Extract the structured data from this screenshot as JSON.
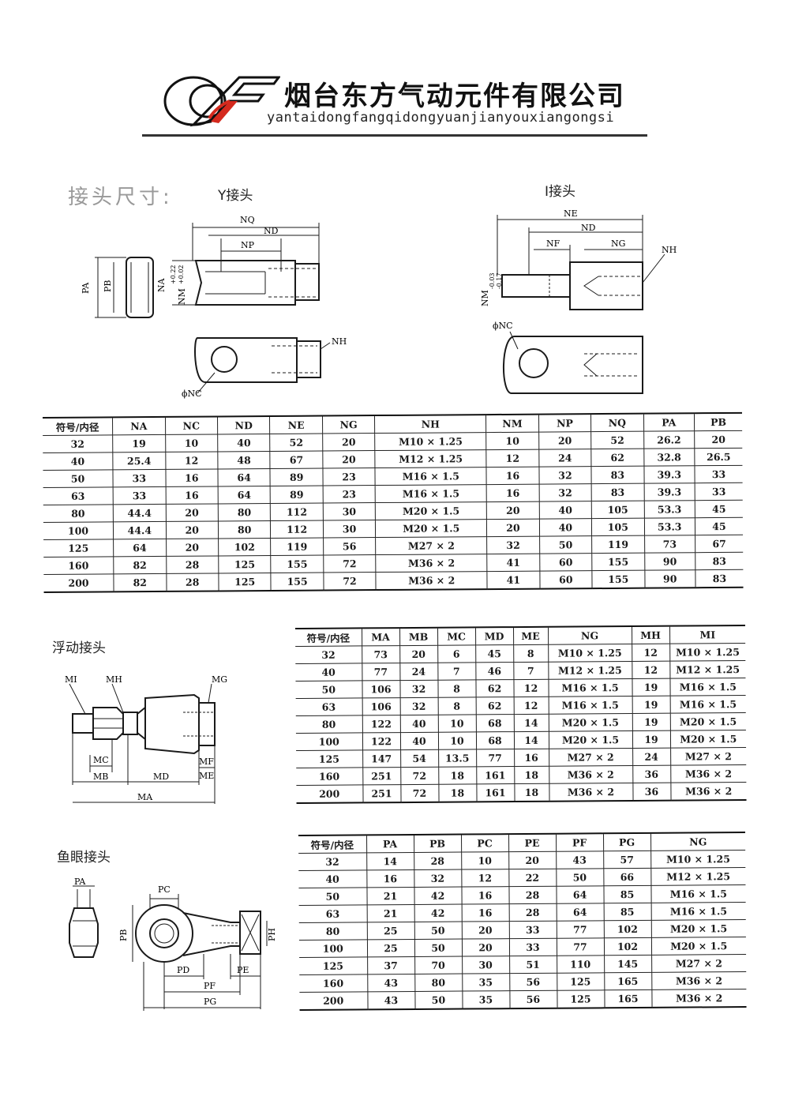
{
  "header": {
    "company_cn": "烟台东方气动元件有限公司",
    "company_en": "yantaidongfangqidongyuanjianyouxiangongsi"
  },
  "section_title": "接头尺寸:",
  "y_joint": {
    "label": "Y接头",
    "dims": {
      "nq": "NQ",
      "nd": "ND",
      "np": "NP",
      "pa": "PA",
      "pb": "PB",
      "na": "NA",
      "nm": "NM",
      "tol_upper": "+0.22",
      "tol_lower": "+0.02",
      "nh": "NH",
      "nc": "ϕNC"
    }
  },
  "i_joint": {
    "label": "I接头",
    "dims": {
      "ne": "NE",
      "nd": "ND",
      "nf": "NF",
      "ng": "NG",
      "nh": "NH",
      "nm": "NM",
      "tol_upper": "-0.03",
      "tol_lower": "-0.17",
      "nc": "ϕNC"
    }
  },
  "table_y_i": {
    "headers": [
      "符号/内径",
      "NA",
      "NC",
      "ND",
      "NE",
      "NG",
      "NH",
      "NM",
      "NP",
      "NQ",
      "PA",
      "PB"
    ],
    "rows": [
      [
        "32",
        "19",
        "10",
        "40",
        "52",
        "20",
        "M10 × 1.25",
        "10",
        "20",
        "52",
        "26.2",
        "20"
      ],
      [
        "40",
        "25.4",
        "12",
        "48",
        "67",
        "20",
        "M12 × 1.25",
        "12",
        "24",
        "62",
        "32.8",
        "26.5"
      ],
      [
        "50",
        "33",
        "16",
        "64",
        "89",
        "23",
        "M16 × 1.5",
        "16",
        "32",
        "83",
        "39.3",
        "33"
      ],
      [
        "63",
        "33",
        "16",
        "64",
        "89",
        "23",
        "M16 × 1.5",
        "16",
        "32",
        "83",
        "39.3",
        "33"
      ],
      [
        "80",
        "44.4",
        "20",
        "80",
        "112",
        "30",
        "M20 × 1.5",
        "20",
        "40",
        "105",
        "53.3",
        "45"
      ],
      [
        "100",
        "44.4",
        "20",
        "80",
        "112",
        "30",
        "M20 × 1.5",
        "20",
        "40",
        "105",
        "53.3",
        "45"
      ],
      [
        "125",
        "64",
        "20",
        "102",
        "119",
        "56",
        "M27 × 2",
        "32",
        "50",
        "119",
        "73",
        "67"
      ],
      [
        "160",
        "82",
        "28",
        "125",
        "155",
        "72",
        "M36 × 2",
        "41",
        "60",
        "155",
        "90",
        "83"
      ],
      [
        "200",
        "82",
        "28",
        "125",
        "155",
        "72",
        "M36 × 2",
        "41",
        "60",
        "155",
        "90",
        "83"
      ]
    ]
  },
  "floating_joint": {
    "label": "浮动接头",
    "dims": {
      "mi": "MI",
      "mh": "MH",
      "mg": "MG",
      "mc": "MC",
      "mb": "MB",
      "md": "MD",
      "mf": "MF",
      "me": "ME",
      "ma": "MA"
    },
    "table": {
      "headers": [
        "符号/内径",
        "MA",
        "MB",
        "MC",
        "MD",
        "ME",
        "NG",
        "MH",
        "MI"
      ],
      "rows": [
        [
          "32",
          "73",
          "20",
          "6",
          "45",
          "8",
          "M10 × 1.25",
          "12",
          "M10 × 1.25"
        ],
        [
          "40",
          "77",
          "24",
          "7",
          "46",
          "7",
          "M12 × 1.25",
          "12",
          "M12 × 1.25"
        ],
        [
          "50",
          "106",
          "32",
          "8",
          "62",
          "12",
          "M16 × 1.5",
          "19",
          "M16 × 1.5"
        ],
        [
          "63",
          "106",
          "32",
          "8",
          "62",
          "12",
          "M16 × 1.5",
          "19",
          "M16 × 1.5"
        ],
        [
          "80",
          "122",
          "40",
          "10",
          "68",
          "14",
          "M20 × 1.5",
          "19",
          "M20 × 1.5"
        ],
        [
          "100",
          "122",
          "40",
          "10",
          "68",
          "14",
          "M20 × 1.5",
          "19",
          "M20 × 1.5"
        ],
        [
          "125",
          "147",
          "54",
          "13.5",
          "77",
          "16",
          "M27 × 2",
          "24",
          "M27 × 2"
        ],
        [
          "160",
          "251",
          "72",
          "18",
          "161",
          "18",
          "M36 × 2",
          "36",
          "M36 × 2"
        ],
        [
          "200",
          "251",
          "72",
          "18",
          "161",
          "18",
          "M36 × 2",
          "36",
          "M36 × 2"
        ]
      ]
    }
  },
  "fisheye_joint": {
    "label": "鱼眼接头",
    "dims": {
      "pa": "PA",
      "pb": "PB",
      "pc": "PC",
      "pd": "PD",
      "pe": "PE",
      "pf": "PF",
      "pg": "PG",
      "ph": "PH"
    },
    "table": {
      "headers": [
        "符号/内径",
        "PA",
        "PB",
        "PC",
        "PE",
        "PF",
        "PG",
        "NG"
      ],
      "rows": [
        [
          "32",
          "14",
          "28",
          "10",
          "20",
          "43",
          "57",
          "M10 × 1.25"
        ],
        [
          "40",
          "16",
          "32",
          "12",
          "22",
          "50",
          "66",
          "M12 × 1.25"
        ],
        [
          "50",
          "21",
          "42",
          "16",
          "28",
          "64",
          "85",
          "M16 × 1.5"
        ],
        [
          "63",
          "21",
          "42",
          "16",
          "28",
          "64",
          "85",
          "M16 × 1.5"
        ],
        [
          "80",
          "25",
          "50",
          "20",
          "33",
          "77",
          "102",
          "M20 × 1.5"
        ],
        [
          "100",
          "25",
          "50",
          "20",
          "33",
          "77",
          "102",
          "M20 × 1.5"
        ],
        [
          "125",
          "37",
          "70",
          "30",
          "51",
          "110",
          "145",
          "M27 × 2"
        ],
        [
          "160",
          "43",
          "80",
          "35",
          "56",
          "125",
          "165",
          "M36 × 2"
        ],
        [
          "200",
          "43",
          "50",
          "35",
          "56",
          "125",
          "165",
          "M36 × 2"
        ]
      ]
    }
  },
  "colors": {
    "logo_red": "#d42a1e",
    "ink": "#1a1a1a",
    "muted_title": "#999999"
  }
}
